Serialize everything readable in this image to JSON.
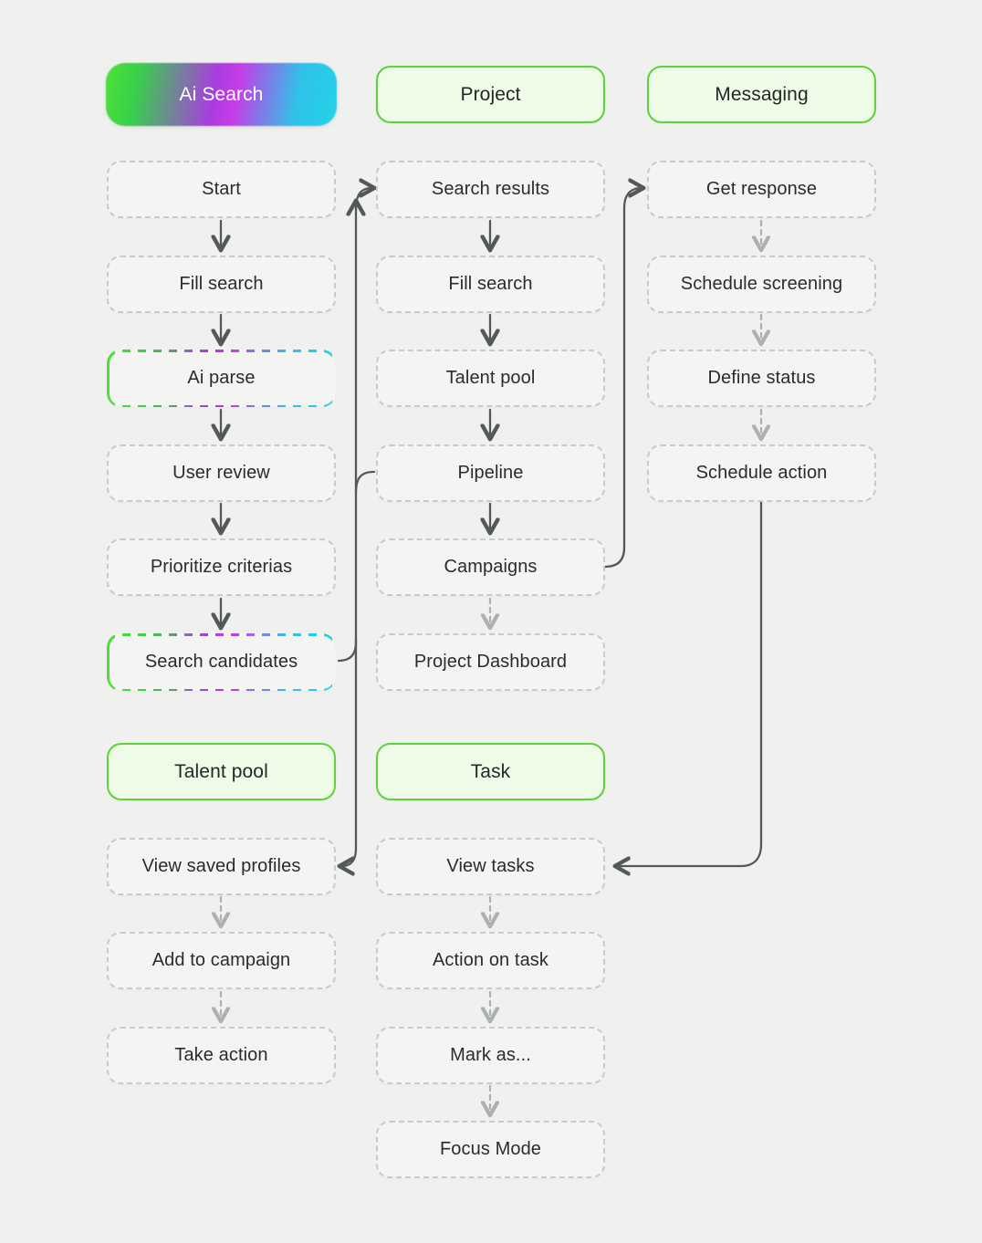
{
  "meta": {
    "background_color": "#f0f1ef",
    "node_fill": "#f4f5f3",
    "node_border": "#c9cbc8",
    "header_green_border": "#5ed23a",
    "header_green_fill": "#eefbe7",
    "header_dark_fill": "#0e0e0e",
    "gradient_stops": [
      "#4fe03a",
      "#a93ce0",
      "#23d2e8"
    ],
    "edge_color": "#53585b"
  },
  "columns": [
    {
      "id": "ai-search",
      "header": {
        "label": "Ai Search",
        "style": "dark-gradient"
      },
      "steps": [
        {
          "label": "Start",
          "style": "plain"
        },
        {
          "label": "Fill search",
          "style": "plain"
        },
        {
          "label": "Ai parse",
          "style": "gradient"
        },
        {
          "label": "User review",
          "style": "plain"
        },
        {
          "label": "Prioritize criterias",
          "style": "plain"
        },
        {
          "label": "Search candidates",
          "style": "gradient"
        }
      ],
      "sub_header": {
        "label": "Talent pool",
        "style": "green"
      },
      "sub_steps": [
        {
          "label": "View saved profiles",
          "style": "plain"
        },
        {
          "label": "Add to campaign",
          "style": "plain"
        },
        {
          "label": "Take action",
          "style": "plain"
        }
      ]
    },
    {
      "id": "project",
      "header": {
        "label": "Project",
        "style": "green"
      },
      "steps": [
        {
          "label": "Search results",
          "style": "plain"
        },
        {
          "label": "Fill search",
          "style": "plain"
        },
        {
          "label": "Talent pool",
          "style": "plain"
        },
        {
          "label": "Pipeline",
          "style": "plain"
        },
        {
          "label": "Campaigns",
          "style": "plain"
        },
        {
          "label": "Project Dashboard",
          "style": "plain"
        }
      ],
      "sub_header": {
        "label": "Task",
        "style": "green"
      },
      "sub_steps": [
        {
          "label": "View tasks",
          "style": "plain"
        },
        {
          "label": "Action on task",
          "style": "plain"
        },
        {
          "label": "Mark as...",
          "style": "plain"
        },
        {
          "label": "Focus Mode",
          "style": "plain"
        }
      ]
    },
    {
      "id": "messaging",
      "header": {
        "label": "Messaging",
        "style": "green"
      },
      "steps": [
        {
          "label": "Get response",
          "style": "plain"
        },
        {
          "label": "Schedule screening",
          "style": "plain"
        },
        {
          "label": "Define status",
          "style": "plain"
        },
        {
          "label": "Schedule action",
          "style": "plain"
        }
      ],
      "sub_header": null,
      "sub_steps": []
    }
  ],
  "edges": [
    {
      "from": "Start",
      "to": "Fill search",
      "style": "solid"
    },
    {
      "from": "Fill search",
      "to": "Ai parse",
      "style": "solid"
    },
    {
      "from": "Ai parse",
      "to": "User review",
      "style": "solid"
    },
    {
      "from": "User review",
      "to": "Prioritize criterias",
      "style": "solid"
    },
    {
      "from": "Prioritize criterias",
      "to": "Search candidates",
      "style": "solid"
    },
    {
      "from": "Search candidates",
      "to": "Search results",
      "style": "solid"
    },
    {
      "from": "Search candidates",
      "to": "Pipeline",
      "style": "solid"
    },
    {
      "from": "Search candidates",
      "to": "View saved profiles",
      "style": "solid"
    },
    {
      "from": "Search results",
      "to": "Fill search (project)",
      "style": "solid"
    },
    {
      "from": "Fill search (project)",
      "to": "Talent pool",
      "style": "solid"
    },
    {
      "from": "Talent pool",
      "to": "Pipeline",
      "style": "solid"
    },
    {
      "from": "Pipeline",
      "to": "Campaigns",
      "style": "solid"
    },
    {
      "from": "Campaigns",
      "to": "Project Dashboard",
      "style": "dashed"
    },
    {
      "from": "Campaigns",
      "to": "Get response",
      "style": "solid"
    },
    {
      "from": "Get response",
      "to": "Schedule screening",
      "style": "dashed"
    },
    {
      "from": "Schedule screening",
      "to": "Define status",
      "style": "dashed"
    },
    {
      "from": "Define status",
      "to": "Schedule action",
      "style": "dashed"
    },
    {
      "from": "Schedule action",
      "to": "View tasks",
      "style": "solid"
    },
    {
      "from": "View saved profiles",
      "to": "Add to campaign",
      "style": "dashed"
    },
    {
      "from": "Add to campaign",
      "to": "Take action",
      "style": "dashed"
    },
    {
      "from": "View tasks",
      "to": "Action on task",
      "style": "dashed"
    },
    {
      "from": "Action on task",
      "to": "Mark as...",
      "style": "dashed"
    },
    {
      "from": "Mark as...",
      "to": "Focus Mode",
      "style": "dashed"
    }
  ]
}
